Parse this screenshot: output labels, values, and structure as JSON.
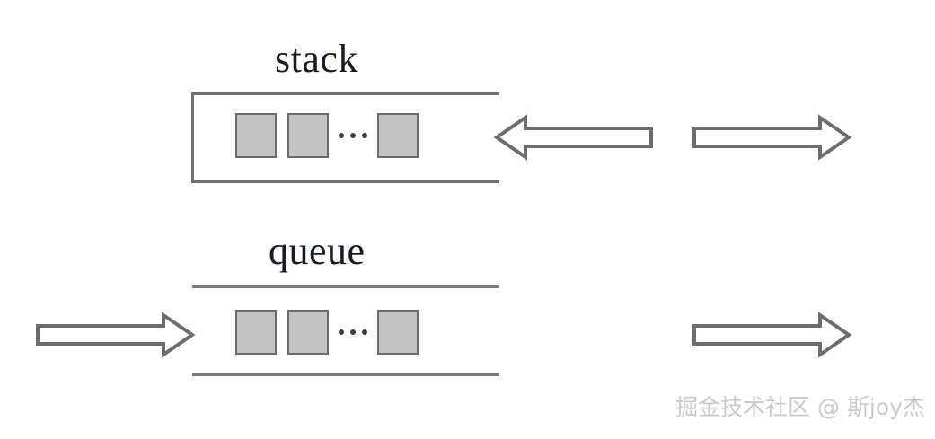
{
  "diagram": {
    "title": "stack and queue data structure diagram",
    "background_color": "#ffffff",
    "stroke_color": "#6d6d6d",
    "cell_fill_color": "#c3c3c3",
    "label_color": "#1b1b24"
  },
  "structures": [
    {
      "id": "stack",
      "label": "stack",
      "cells": [
        "",
        ""
      ],
      "ellipsis": "…",
      "tail_cell": "",
      "open_side": "right",
      "arrows": [
        {
          "id": "stack-pop",
          "direction": "left",
          "semantic": "pop-arrow"
        },
        {
          "id": "stack-push",
          "direction": "right",
          "semantic": "push-arrow"
        }
      ]
    },
    {
      "id": "queue",
      "label": "queue",
      "cells": [
        "",
        ""
      ],
      "ellipsis": "…",
      "tail_cell": "",
      "open_side": "both",
      "arrows": [
        {
          "id": "queue-in",
          "direction": "right",
          "semantic": "enqueue-arrow"
        },
        {
          "id": "queue-out",
          "direction": "right",
          "semantic": "dequeue-arrow"
        }
      ]
    }
  ],
  "watermark": {
    "text": "掘金技术社区 @ 斯joy杰",
    "color": "#c9c9c9"
  }
}
